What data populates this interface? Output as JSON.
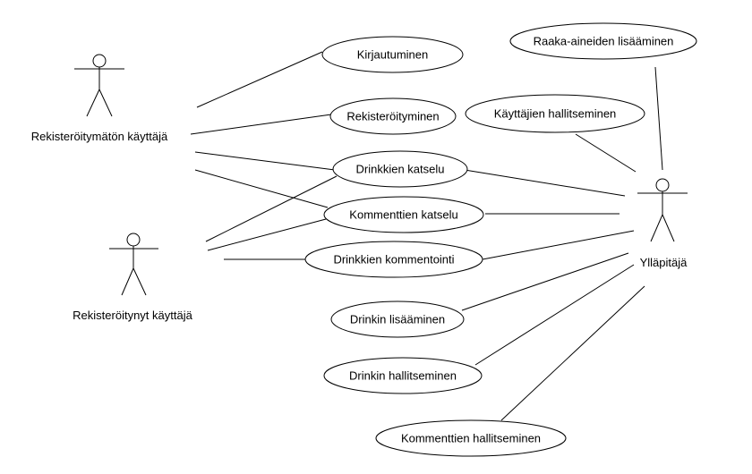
{
  "actors": {
    "unregistered": {
      "label": "Rekisteröitymätön käyttäjä"
    },
    "registered": {
      "label": "Rekisteröitynyt käyttäjä"
    },
    "admin": {
      "label": "Ylläpitäjä"
    }
  },
  "usecases": {
    "login": {
      "label": "Kirjautuminen"
    },
    "register": {
      "label": "Rekisteröityminen"
    },
    "view_drinks": {
      "label": "Drinkkien katselu"
    },
    "view_comments": {
      "label": "Kommenttien katselu"
    },
    "comment_drinks": {
      "label": "Drinkkien kommentointi"
    },
    "add_drink": {
      "label": "Drinkin lisääminen"
    },
    "manage_drink": {
      "label": "Drinkin hallitseminen"
    },
    "manage_comments": {
      "label": "Kommenttien hallitseminen"
    },
    "add_ingredients": {
      "label": "Raaka-aineiden lisääminen"
    },
    "manage_users": {
      "label": "Käyttäjien hallitseminen"
    }
  }
}
